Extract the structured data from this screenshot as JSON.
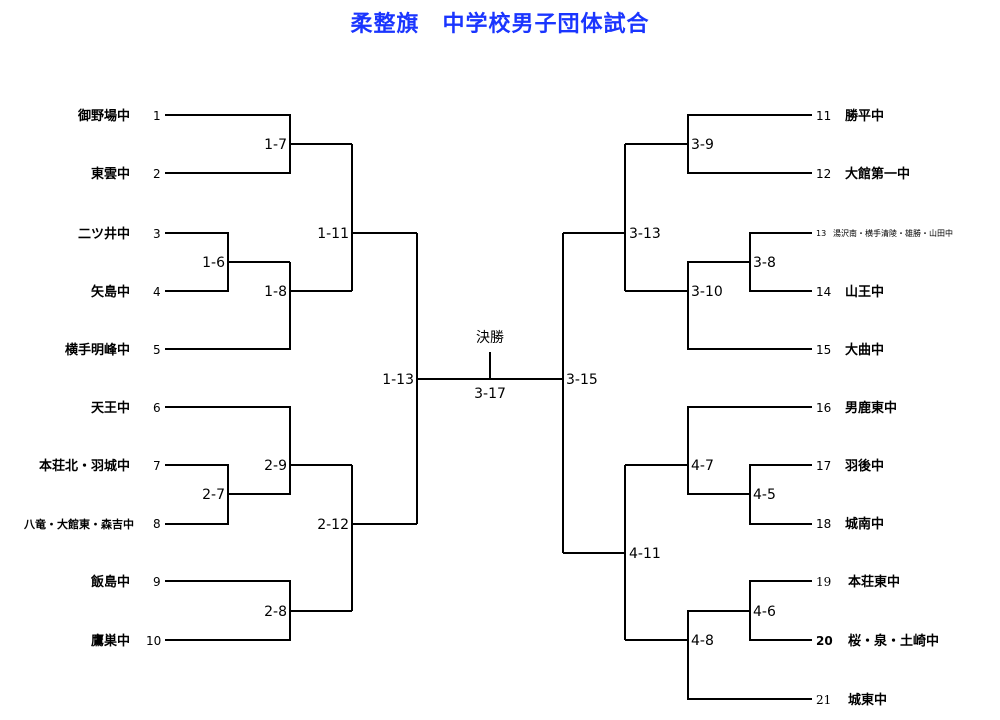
{
  "title": "柔整旗　中学校男子団体試合",
  "left_teams": [
    {
      "seed": "1",
      "name": "御野場中"
    },
    {
      "seed": "2",
      "name": "東雲中"
    },
    {
      "seed": "3",
      "name": "二ツ井中"
    },
    {
      "seed": "4",
      "name": "矢島中"
    },
    {
      "seed": "5",
      "name": "横手明峰中"
    },
    {
      "seed": "6",
      "name": "天王中"
    },
    {
      "seed": "7",
      "name": "本荘北・羽城中"
    },
    {
      "seed": "8",
      "name": "八竜・大館東・森吉中"
    },
    {
      "seed": "9",
      "name": "飯島中"
    },
    {
      "seed": "10",
      "name": "鷹巣中"
    }
  ],
  "right_teams": [
    {
      "seed": "11",
      "name": "勝平中"
    },
    {
      "seed": "12",
      "name": "大館第一中"
    },
    {
      "seed": "13",
      "name": "湯沢南・横手清陵・雄勝・山田中"
    },
    {
      "seed": "14",
      "name": "山王中"
    },
    {
      "seed": "15",
      "name": "大曲中"
    },
    {
      "seed": "16",
      "name": "男鹿東中"
    },
    {
      "seed": "17",
      "name": "羽後中"
    },
    {
      "seed": "18",
      "name": "城南中"
    },
    {
      "seed": "19",
      "name": "本荘東中"
    },
    {
      "seed": "20",
      "name": "桜・泉・土崎中"
    },
    {
      "seed": "21",
      "name": "城東中"
    }
  ],
  "matches": {
    "m1_6": "1-6",
    "m1_7": "1-7",
    "m1_8": "1-8",
    "m1_11": "1-11",
    "m2_7": "2-7",
    "m2_8": "2-8",
    "m2_9": "2-9",
    "m2_12": "2-12",
    "m1_13": "1-13",
    "m3_8": "3-8",
    "m3_9": "3-9",
    "m3_10": "3-10",
    "m3_13": "3-13",
    "m4_5": "4-5",
    "m4_6": "4-6",
    "m4_7": "4-7",
    "m4_8": "4-8",
    "m4_11": "4-11",
    "m3_15": "3-15",
    "m3_17": "3-17"
  },
  "final_label": "決勝"
}
